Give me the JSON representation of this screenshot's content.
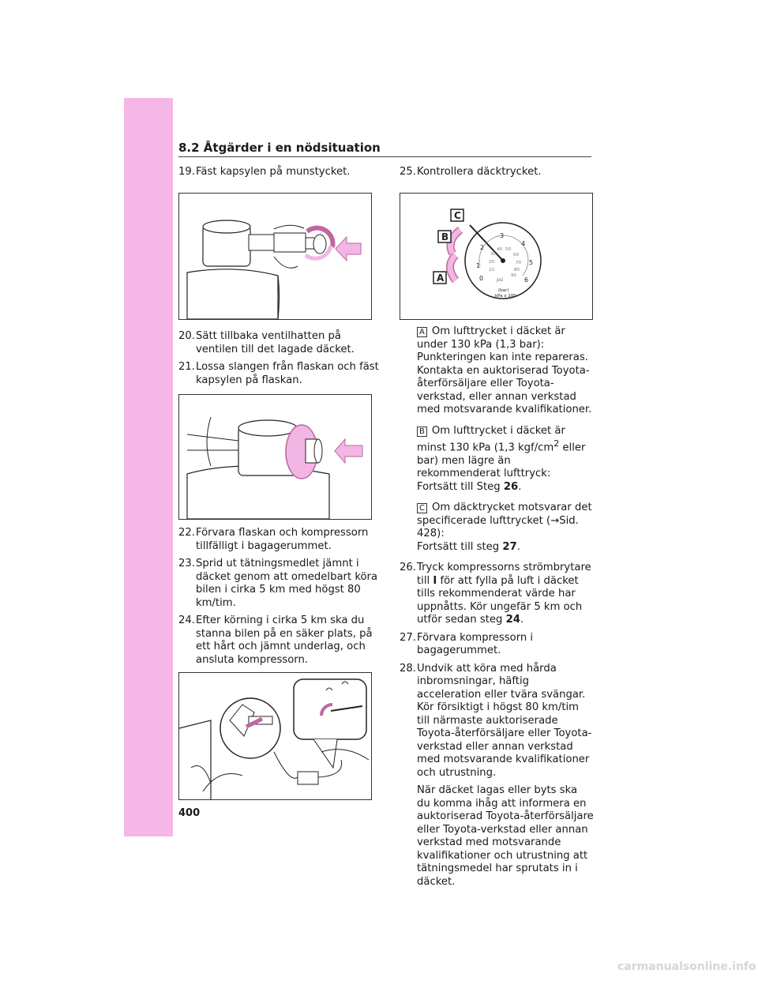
{
  "header": {
    "section": "8.2 Åtgärder i en nödsituation"
  },
  "page_number": "400",
  "footer": "carmanualsonline.info",
  "left": {
    "step19": {
      "num": "19.",
      "text": "Fäst kapsylen på munstycket."
    },
    "step20": {
      "num": "20.",
      "text": "Sätt tillbaka ventilhatten på ventilen till det lagade däcket."
    },
    "step21": {
      "num": "21.",
      "text": "Lossa slangen från flaskan och fäst kapsylen på flaskan."
    },
    "step22": {
      "num": "22.",
      "text": "Förvara flaskan och kompressorn tillfälligt i bagagerummet."
    },
    "step23": {
      "num": "23.",
      "text": "Sprid ut tätningsmedlet jämnt i däcket genom att omedelbart köra bilen i cirka 5 km med högst 80 km/tim."
    },
    "step24": {
      "num": "24.",
      "text": "Efter körning i cirka 5 km ska du stanna bilen på en säker plats, på ett hårt och jämnt underlag, och ansluta kompressorn."
    }
  },
  "right": {
    "step25": {
      "num": "25.",
      "text": "Kontrollera däcktrycket."
    },
    "noteA": {
      "label": "A",
      "text": "Om lufttrycket i däcket är under 130 kPa (1,3 bar): Punkteringen kan inte repareras. Kontakta en auktoriserad Toyota-återförsäljare eller Toyota-verkstad, eller annan verkstad med motsvarande kvalifikationer."
    },
    "noteB": {
      "label": "B",
      "text1": "Om lufttrycket i däcket är minst 130 kPa (1,3 kgf/cm",
      "sup": "2",
      "text2": " eller bar) men lägre än rekommenderat lufttryck:",
      "text3": "Fortsätt till Steg ",
      "ref": "26",
      "end": "."
    },
    "noteC": {
      "label": "C",
      "text1": "Om däcktrycket motsvarar det specificerade lufttrycket (→Sid. 428):",
      "text2": "Fortsätt till steg ",
      "ref": "27",
      "end": "."
    },
    "step26": {
      "num": "26.",
      "text1": "Tryck kompressorns strömbrytare till ",
      "sym": "I",
      "text2": " för att fylla på luft i däcket tills rekommenderat värde har uppnåtts. Kör ungefär 5 km och utför sedan steg ",
      "ref": "24",
      "end": "."
    },
    "step27": {
      "num": "27.",
      "text": "Förvara kompressorn i bagagerummet."
    },
    "step28": {
      "num": "28.",
      "text": "Undvik att köra med hårda inbromsningar, häftig acceleration eller tvära svängar. Kör försiktigt i högst 80 km/tim till närmaste auktoriserade Toyota-återförsäljare eller Toyota-verkstad eller annan verkstad med motsvarande kvalifikationer och utrustning."
    },
    "step28b": {
      "text": "När däcket lagas eller byts ska du komma ihåg att informera en auktoriserad Toyota-återförsäljare eller Toyota-verkstad eller annan verkstad med motsvarande kvalifikationer och utrustning att tätningsmedel har sprutats in i däcket."
    }
  },
  "gauge": {
    "labels": [
      "C",
      "B",
      "A"
    ],
    "bar_ticks": [
      "0",
      "1",
      "2",
      "3",
      "4",
      "5",
      "6"
    ],
    "psi_ticks": [
      "10",
      "20",
      "30",
      "40",
      "50",
      "60",
      "70",
      "80",
      "90"
    ],
    "unit_psi": "psi",
    "unit_bar": "(bar)",
    "unit_kpa": "kPa x 100"
  },
  "colors": {
    "accent": "#f4b7e6",
    "arrow_fill": "#f3b6e4",
    "arrow_stroke": "#c0679f"
  }
}
